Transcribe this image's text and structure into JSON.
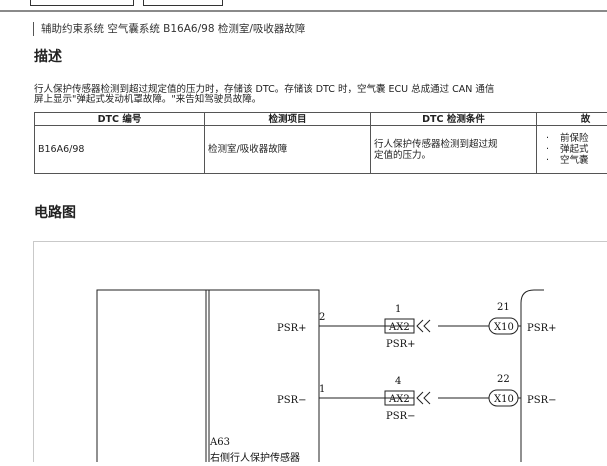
{
  "breadcrumb": "辅助约束系统 空气囊系统 B16A6/98 检测室/吸收器故障",
  "description": {
    "heading": "描述",
    "line1": "行人保护传感器检测到超过规定值的压力时，存储该 DTC。存储该 DTC 时，空气囊 ECU 总成通过 CAN 通信",
    "line2": "屏上显示\"弹起式发动机罩故障。\"来告知驾驶员故障。"
  },
  "dtc_table": {
    "headers": [
      "DTC 编号",
      "检测项目",
      "DTC 检测条件",
      "故"
    ],
    "row": {
      "code": "B16A6/98",
      "item": "检测室/吸收器故障",
      "condition_line1": "行人保护传感器检测到超过规",
      "condition_line2": "定值的压力。",
      "areas": [
        "前保险",
        "弹起式",
        "空气囊"
      ]
    }
  },
  "circuit": {
    "heading": "电路图",
    "sensor_ref": "A63",
    "sensor_name": "右侧行人保护传感器",
    "signals": [
      {
        "pin_label": "PSR+",
        "sensor_pin": "2",
        "connector": "AX2",
        "connector_pin": "1",
        "connector_caption": "PSR+",
        "ecu_connector": "X10",
        "ecu_pin": "21",
        "ecu_label": "PSR+"
      },
      {
        "pin_label": "PSR−",
        "sensor_pin": "1",
        "connector": "AX2",
        "connector_pin": "4",
        "connector_caption": "PSR−",
        "ecu_connector": "X10",
        "ecu_pin": "22",
        "ecu_label": "PSR−"
      }
    ]
  }
}
